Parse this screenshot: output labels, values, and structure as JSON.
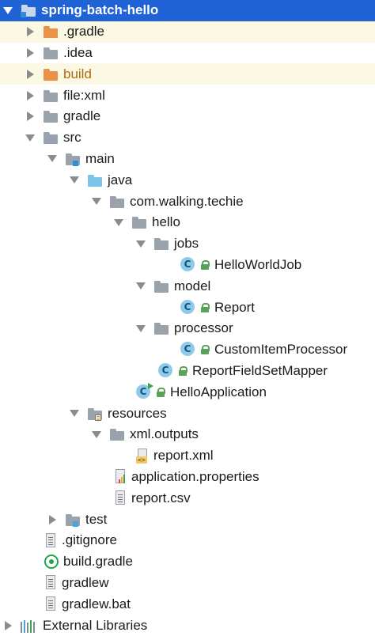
{
  "tree": {
    "root": "spring-batch-hello",
    "gradle_dir": ".gradle",
    "idea_dir": ".idea",
    "build_dir": "build",
    "filexml_dir": "file:xml",
    "gradle_folder": "gradle",
    "src": "src",
    "main": "main",
    "java": "java",
    "package": "com.walking.techie",
    "hello": "hello",
    "jobs": "jobs",
    "hello_world_job": "HelloWorldJob",
    "model": "model",
    "report": "Report",
    "processor": "processor",
    "custom_item_processor": "CustomItemProcessor",
    "report_fieldset_mapper": "ReportFieldSetMapper",
    "hello_application": "HelloApplication",
    "resources": "resources",
    "xml_outputs": "xml.outputs",
    "report_xml": "report.xml",
    "application_properties": "application.properties",
    "report_csv": "report.csv",
    "test": "test",
    "gitignore": ".gitignore",
    "build_gradle": "build.gradle",
    "gradlew": "gradlew",
    "gradlew_bat": "gradlew.bat",
    "external_libraries": "External Libraries"
  },
  "icons": {
    "class_letter": "C",
    "xml_badge": "<>"
  },
  "colors": {
    "selection": "#1f63d6",
    "excluded_row": "#fbf8e4",
    "excluded_folder": "#e8924a",
    "source_folder": "#7cc3e8",
    "class_icon": "#8ecbeb"
  }
}
